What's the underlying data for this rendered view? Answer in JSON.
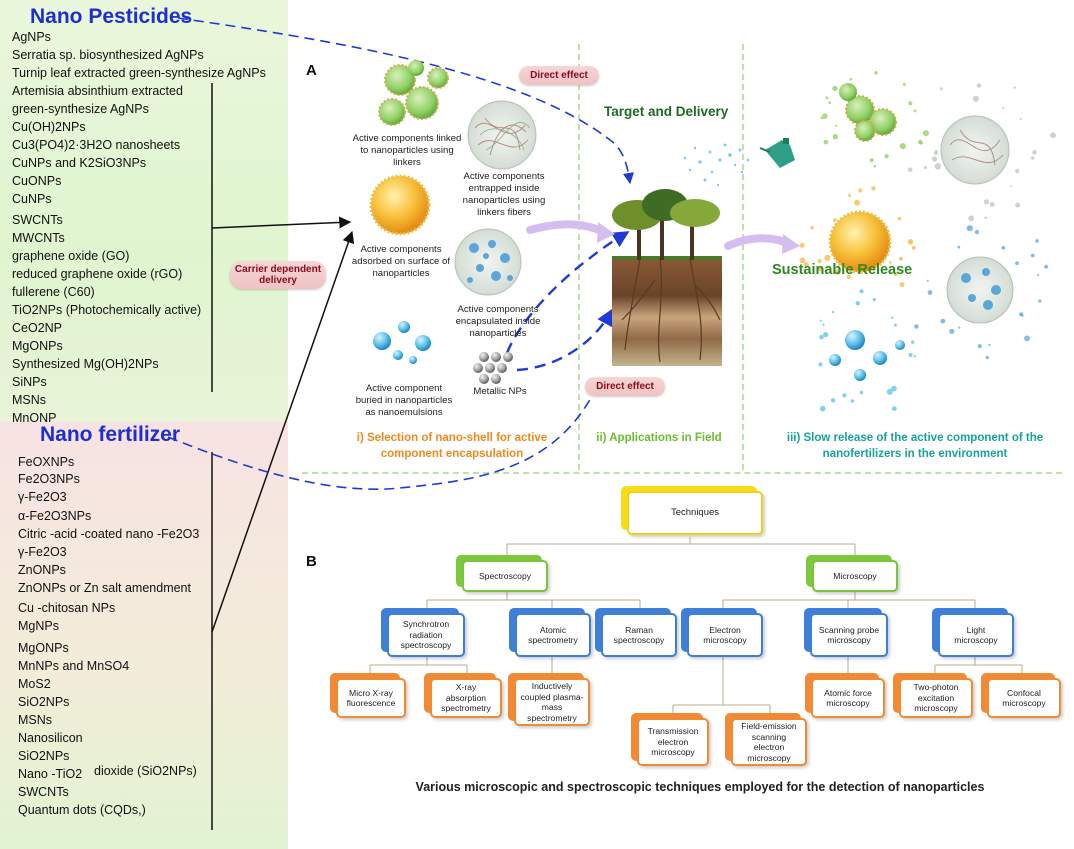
{
  "left_panel": {
    "pesticides_heading": "Nano Pesticides",
    "pesticides_items": [
      "AgNPs",
      "Serratia sp. biosynthesized AgNPs",
      "Turnip  leaf extracted green-synthesize AgNPs",
      "Artemisia absinthium extracted",
      "green-synthesize AgNPs",
      "Cu(OH)2NPs",
      "Cu3(PO4)2·3H2O nanosheets",
      "CuNPs and K2SiO3NPs",
      "CuONPs",
      "CuNPs",
      "SWCNTs",
      "MWCNTs",
      "graphene oxide (GO)",
      "reduced graphene oxide (rGO)",
      "fullerene (C60)",
      "TiO2NPs (Photochemically active)",
      "CeO2NP",
      "MgONPs",
      "Synthesized  Mg(OH)2NPs",
      "SiNPs",
      "MSNs",
      "MnONP"
    ],
    "fertilizer_heading": "Nano fertilizer",
    "fertilizer_items": [
      "FeOXNPs",
      "Fe2O3NPs",
      "γ-Fe2O3",
      "α-Fe2O3NPs",
      "Citric  -acid -coated nano -Fe2O3",
      "γ-Fe2O3",
      "ZnONPs",
      "ZnONPs or Zn salt amendment",
      "Cu -chitosan NPs",
      "MgNPs",
      "MgONPs",
      "MnNPs and MnSO4",
      "MoS2",
      "SiO2NPs",
      "MSNs",
      "Nanosilicon",
      "SiO2NPs",
      "Nano -TiO2",
      "SWCNTs",
      "Quantum dots (CQDs,)"
    ],
    "fertilizer_side_note": "dioxide (SiO2NPs)"
  },
  "panel_a": {
    "letter": "A",
    "carrier_pill": "Carrier dependent delivery",
    "direct_effect_top": "Direct effect",
    "direct_effect_bottom": "Direct effect",
    "target_delivery": "Target and Delivery",
    "sustainable_release": "Sustainable Release",
    "captions": {
      "linkers": "Active components linked to nanoparticles using linkers",
      "entrapped": "Active components entrapped inside nanoparticles using linkers fibers",
      "adsorbed": "Active components adsorbed on surface of nanoparticles",
      "encapsulated": "Active components encapsulated inside nanoparticles",
      "emulsion": "Active component buried in nanoparticles as nanoemulsions",
      "metallic": "Metallic NPs"
    },
    "section_i": "i) Selection of nano-shell for active component encapsulation",
    "section_ii": "ii) Applications in Field",
    "section_iii": "iii) Slow release of the active component of the nanofertilizers in the environment",
    "colors": {
      "section_i": "#f08a1e",
      "section_ii": "#6cbd2c",
      "section_iii": "#18a39a",
      "target": "#1e6a1e",
      "sustainable": "#2f8a1f"
    }
  },
  "panel_b": {
    "letter": "B",
    "root": "Techniques",
    "spectroscopy": "Spectroscopy",
    "microscopy": "Microscopy",
    "synchrotron": "Synchrotron radiation spectroscopy",
    "atomic": "Atomic spectrometry",
    "raman": "Raman spectroscopy",
    "electron": "Electron microscopy",
    "scanning_probe": "Scanning probe microscopy",
    "light": "Light microscopy",
    "micro_xray": "Micro X-ray fluorescence",
    "xray_absorption": "X-ray absorption spectrometry",
    "icp": "Inductively coupled plasma-mass spectrometry",
    "tem": "Transmission electron microscopy",
    "fesem": "Field-emission scanning electron microscopy",
    "afm": "Atomic force microscopy",
    "two_photon": "Two-photon excitation microscopy",
    "confocal": "Confocal microscopy",
    "caption": "Various microscopic and spectroscopic techniques employed for the detection of nanoparticles"
  }
}
